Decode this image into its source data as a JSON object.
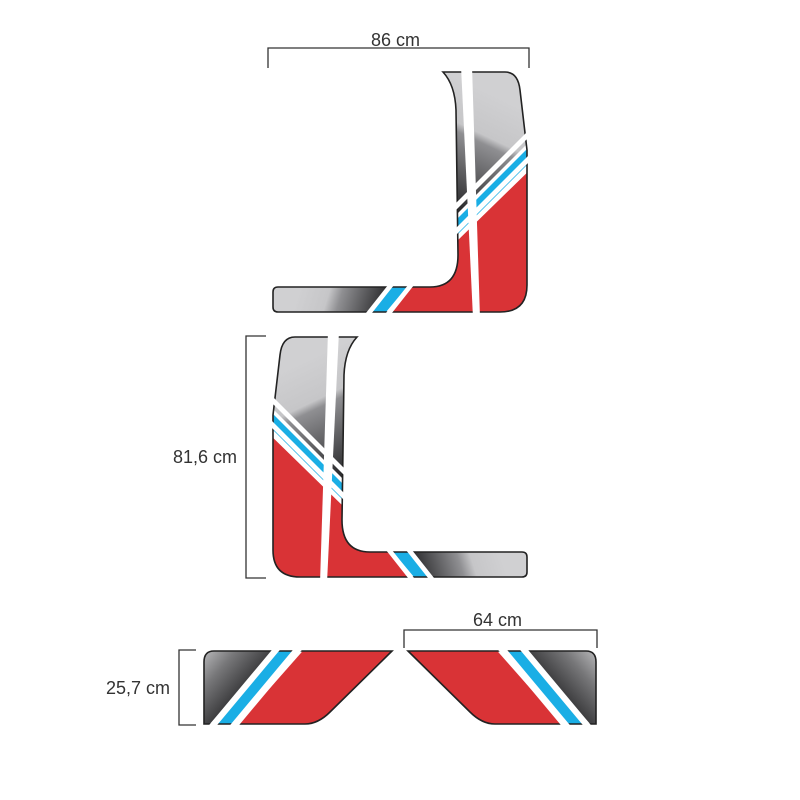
{
  "dimensions": {
    "top_width": "86 cm",
    "middle_height": "81,6 cm",
    "bottom_height": "25,7 cm",
    "bottom_width": "64 cm"
  },
  "colors": {
    "red": "#d93336",
    "blue": "#1aaee5",
    "gray_light": "#d0d0d2",
    "gray_dark": "#2e2e30",
    "outline": "#222222"
  }
}
